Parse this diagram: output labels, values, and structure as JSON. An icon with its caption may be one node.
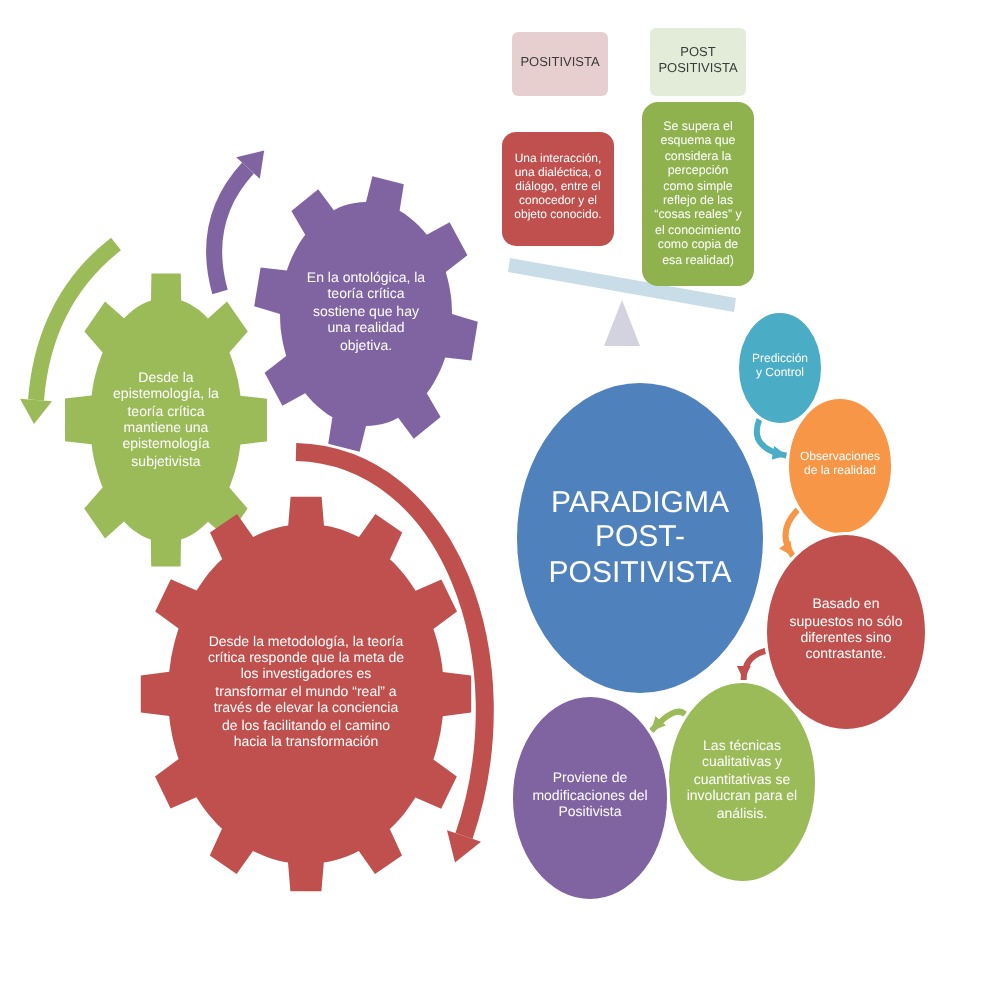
{
  "diagram": {
    "nodes": [
      {
        "text": [
          "POSITIVISTA"
        ]
      },
      {
        "text": [
          "POST POSITIVISTA"
        ]
      },
      {
        "text": [
          "Una interacción, una dialéctica, o diálogo, entre el conocedor y el objeto conocido."
        ]
      },
      {
        "text": [
          "Se supera el esquema que considera la percepción como simple reflejo de las “cosas reales” y el conocimiento como copia de esa realidad)"
        ]
      },
      {
        "text": [
          "En la ontológica, la teoría crítica sostiene que hay una realidad objetiva."
        ]
      },
      {
        "text": [
          "Desde la epistemología, la teoría crítica mantiene una epistemología subjetivista"
        ]
      },
      {
        "text": [
          "Desde la metodología, la teoría crítica responde que la meta de los investigadores es transformar el mundo “real” a través de elevar la conciencia de los facilitando el camino hacia la transformación"
        ]
      },
      {
        "text": [
          "PARADIGMA POST- POSITIVISTA"
        ]
      },
      {
        "text": [
          "Predicción y Control"
        ]
      },
      {
        "text": [
          "Observaciones de la realidad"
        ]
      },
      {
        "text": [
          "Basado en supuestos no sólo diferentes sino contrastante."
        ]
      },
      {
        "text": [
          "Las técnicas cualitativas y cuantitativas se involucran para el análisis."
        ]
      },
      {
        "text": [
          "Proviene de modificaciones del Positivista"
        ]
      }
    ],
    "edges": [
      {
        "from": 8,
        "to": 9,
        "arrow": "to",
        "color": "#4bacc6"
      },
      {
        "from": 9,
        "to": 10,
        "arrow": "to",
        "color": "#f79646"
      },
      {
        "from": 10,
        "to": 11,
        "arrow": "to",
        "color": "#c0504d"
      },
      {
        "from": 11,
        "to": 12,
        "arrow": "to",
        "color": "#9bbb59"
      }
    ]
  }
}
